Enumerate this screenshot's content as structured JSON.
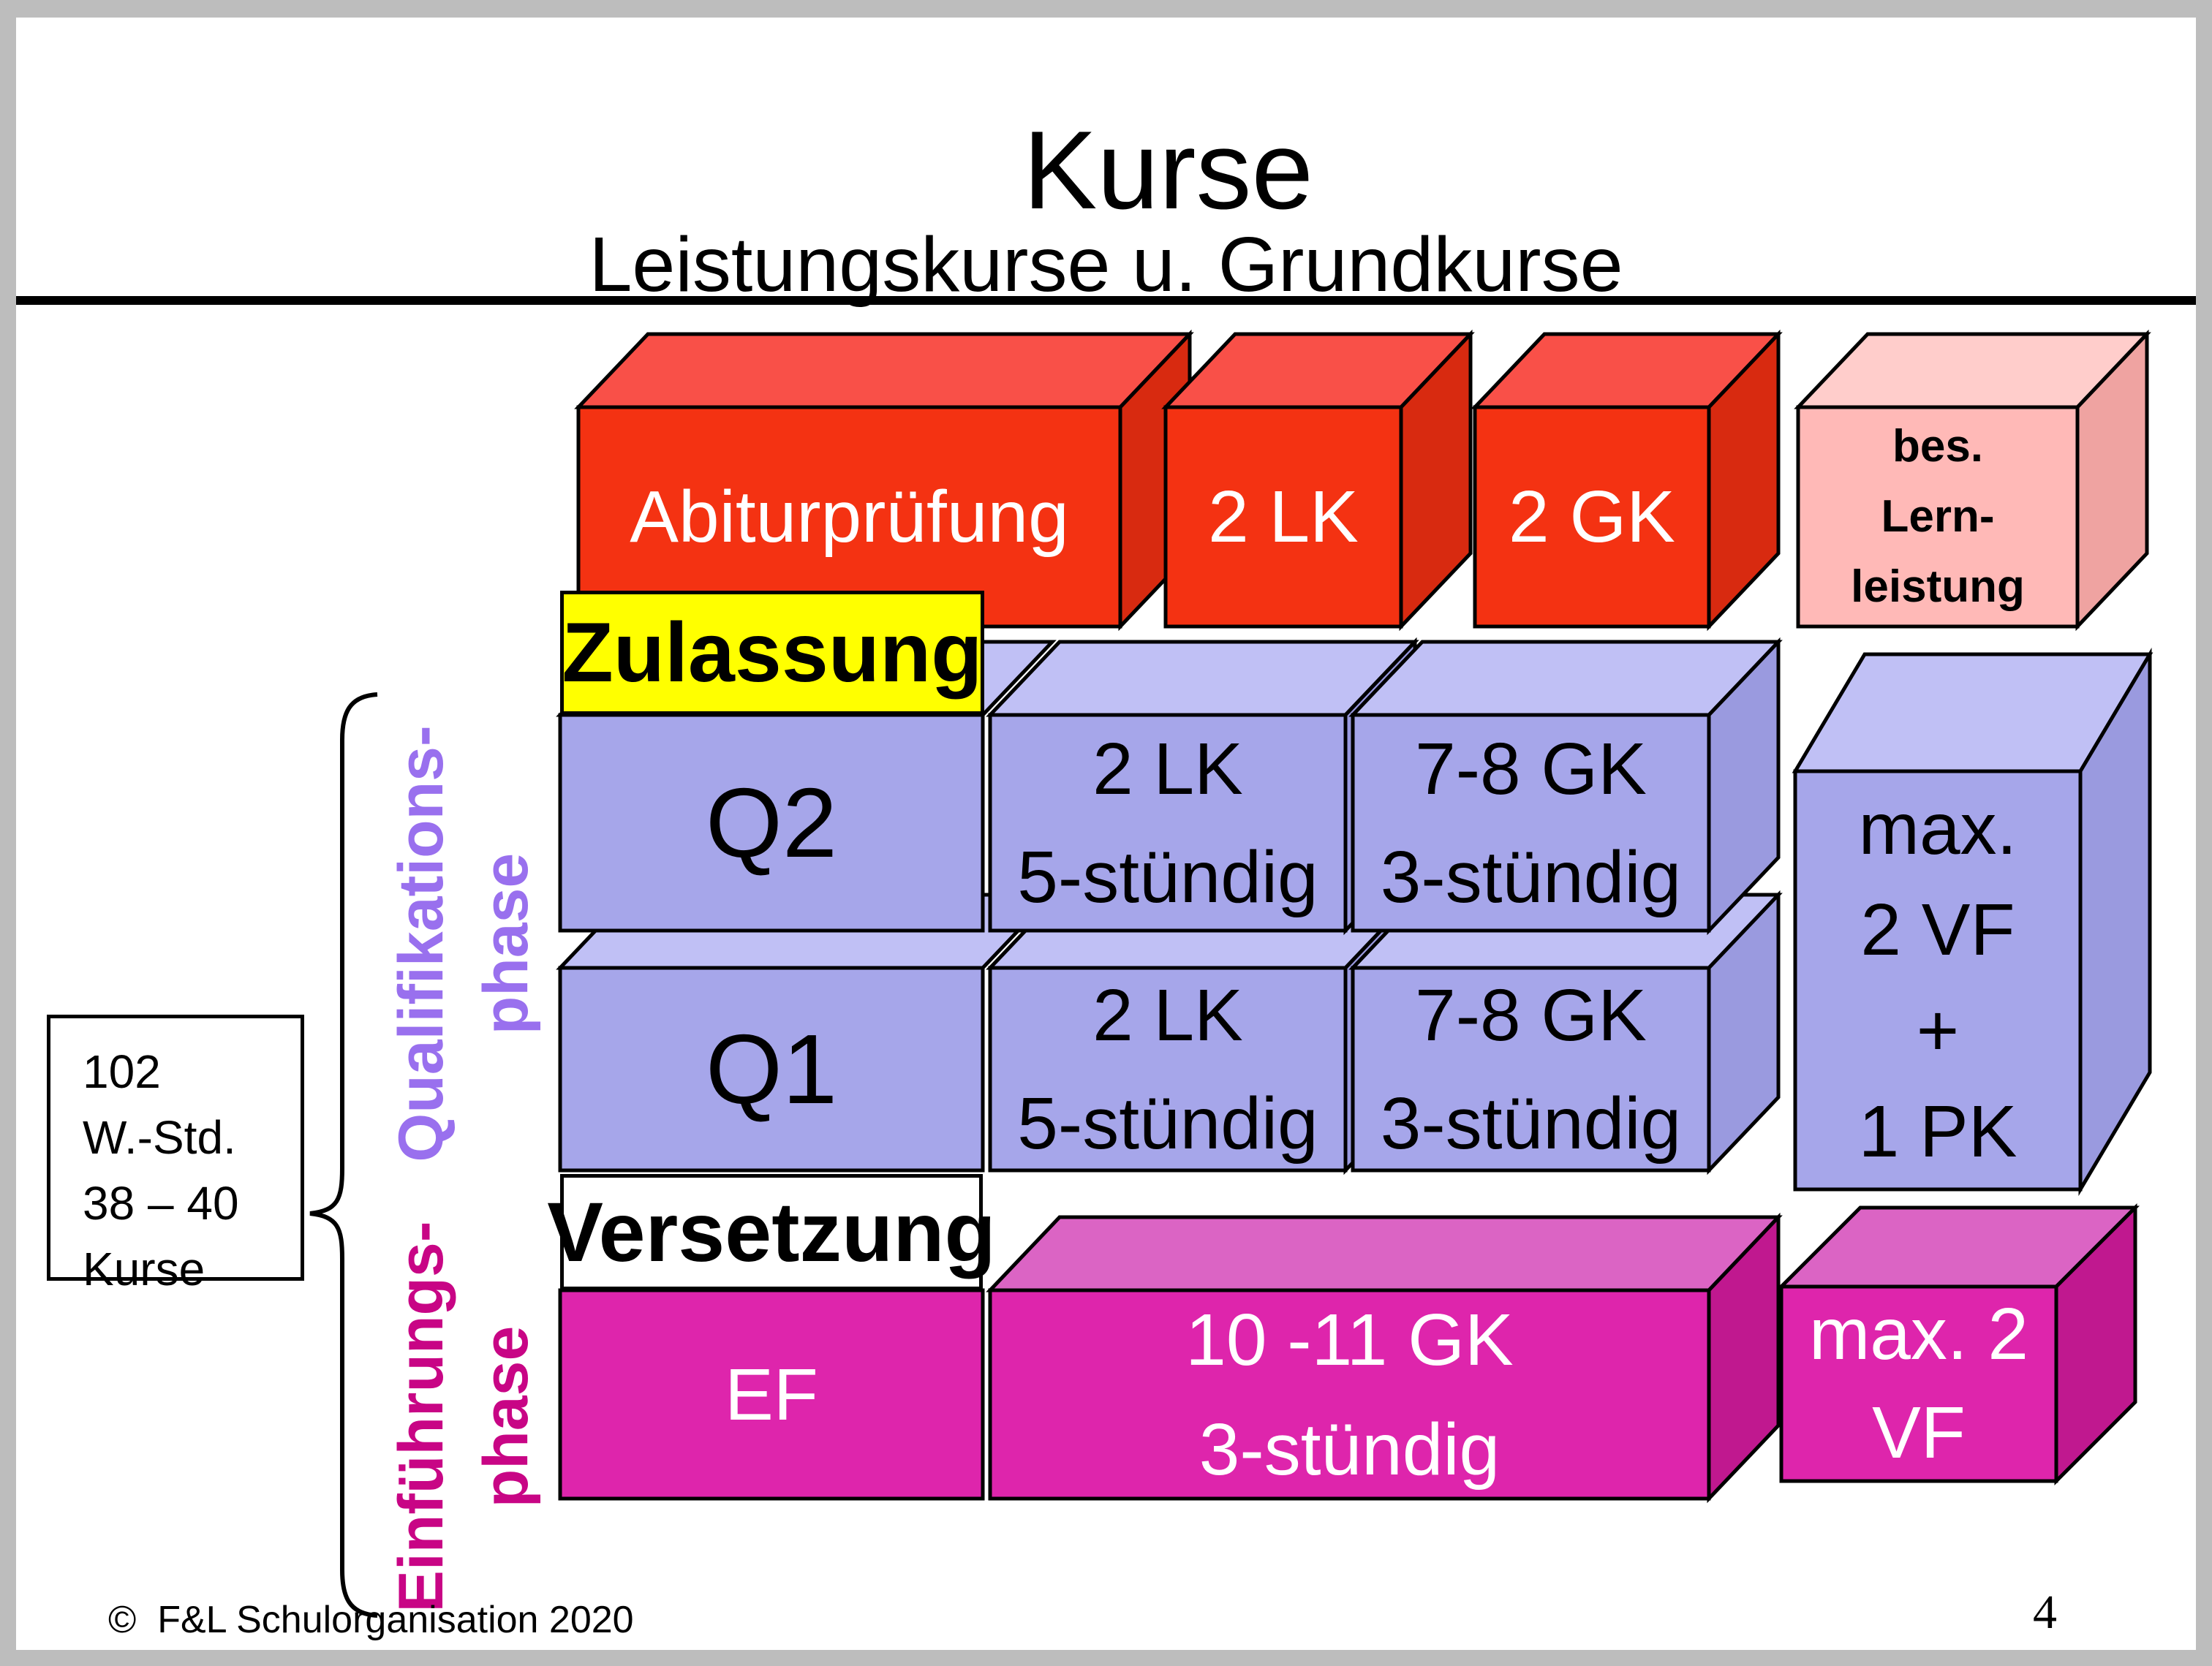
{
  "slide": {
    "title": "Kurse",
    "subtitle": "Leistungskurse u. Grundkurse"
  },
  "boxes": {
    "abitur": {
      "label": "Abiturprüfung"
    },
    "lk2": {
      "label": "2 LK"
    },
    "gk2": {
      "label": "2 GK"
    },
    "bes": {
      "label": "bes.\nLern-\nleistung"
    },
    "zulassung": {
      "label": "Zulassung"
    },
    "q2": {
      "label": "Q2"
    },
    "q2_lk": {
      "label": "2 LK\n5-stündig"
    },
    "q2_gk": {
      "label": "7-8 GK\n3-stündig"
    },
    "vf_pk": {
      "label": "max.\n2 VF\n+\n1 PK"
    },
    "q1": {
      "label": "Q1"
    },
    "q1_lk": {
      "label": "2 LK\n5-stündig"
    },
    "q1_gk": {
      "label": "7-8 GK\n3-stündig"
    },
    "versetzung": {
      "label": "Versetzung"
    },
    "ef": {
      "label": "EF"
    },
    "ef_gk": {
      "label": "10 -11 GK\n3-stündig"
    },
    "ef_vf": {
      "label": "max. 2\nVF"
    }
  },
  "left_panel": {
    "stats_box": {
      "text": "102\nW.-Std.\n38 – 40\nKurse"
    },
    "phase_labels": {
      "qualifikation": {
        "text": "Qualifikations-\nphase"
      },
      "einfuehrung": {
        "text": "Einführungs-\nphase"
      }
    }
  },
  "footer": {
    "copyright": "©  F&L Schulorganisation 2020",
    "page_number": "4"
  },
  "colors": {
    "red_front": "#F43212",
    "red_top": "#F95048",
    "red_side": "#D82A10",
    "pink_front": "#FFB9B7",
    "pink_top": "#FFCDCB",
    "pink_side": "#EFA3A1",
    "lav_front": "#A6A6EA",
    "lav_top": "#C0C0F5",
    "lav_side": "#9A9ADF",
    "mag_front": "#DE25AC",
    "mag_top": "#DB64C4",
    "mag_side": "#C0188F",
    "yellow": "#FFFF00",
    "purple_text": "#9970EE",
    "magenta_text": "#C80585",
    "frame_gray": "#BDBDBD"
  }
}
